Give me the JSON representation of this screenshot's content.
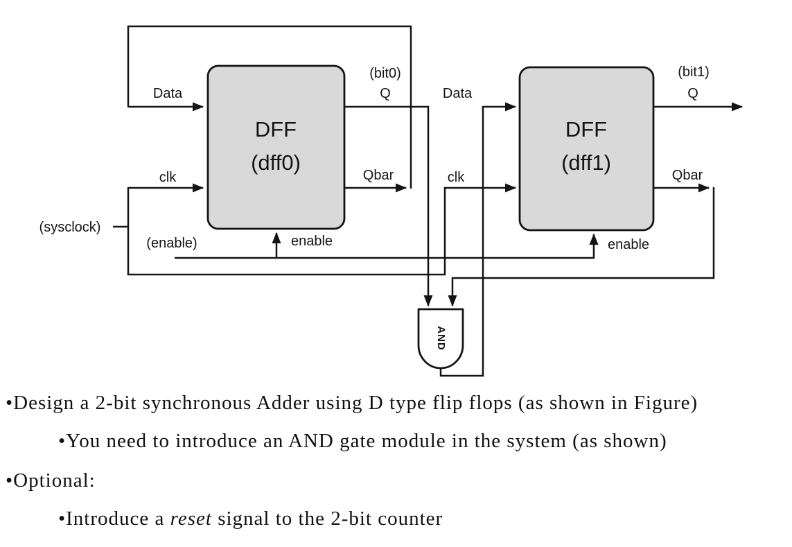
{
  "diagram": {
    "dff0": {
      "title": "DFF",
      "subtitle": "(dff0)",
      "data_label": "Data",
      "clk_label": "clk",
      "enable_label": "enable",
      "q_bit_label": "(bit0)",
      "q_label": "Q",
      "qbar_label": "Qbar"
    },
    "dff1": {
      "title": "DFF",
      "subtitle": "(dff1)",
      "data_label": "Data",
      "clk_label": "clk",
      "enable_label": "enable",
      "q_bit_label": "(bit1)",
      "q_label": "Q",
      "qbar_label": "Qbar"
    },
    "sysclock_label": "(sysclock)",
    "enable_source_label": "(enable)",
    "and_gate_label": "AND"
  },
  "notes": {
    "line1": "•Design a 2-bit synchronous Adder using D type flip flops (as shown in Figure)",
    "line2": "•You need to introduce an AND gate module in the system (as shown)",
    "line3": "•Optional:",
    "line4": {
      "prefix": "•Introduce a ",
      "italic": "reset",
      "suffix": " signal to the 2-bit counter"
    }
  },
  "colors": {
    "block_fill": "#d9d9d9",
    "line": "#141414",
    "background": "#ffffff"
  }
}
